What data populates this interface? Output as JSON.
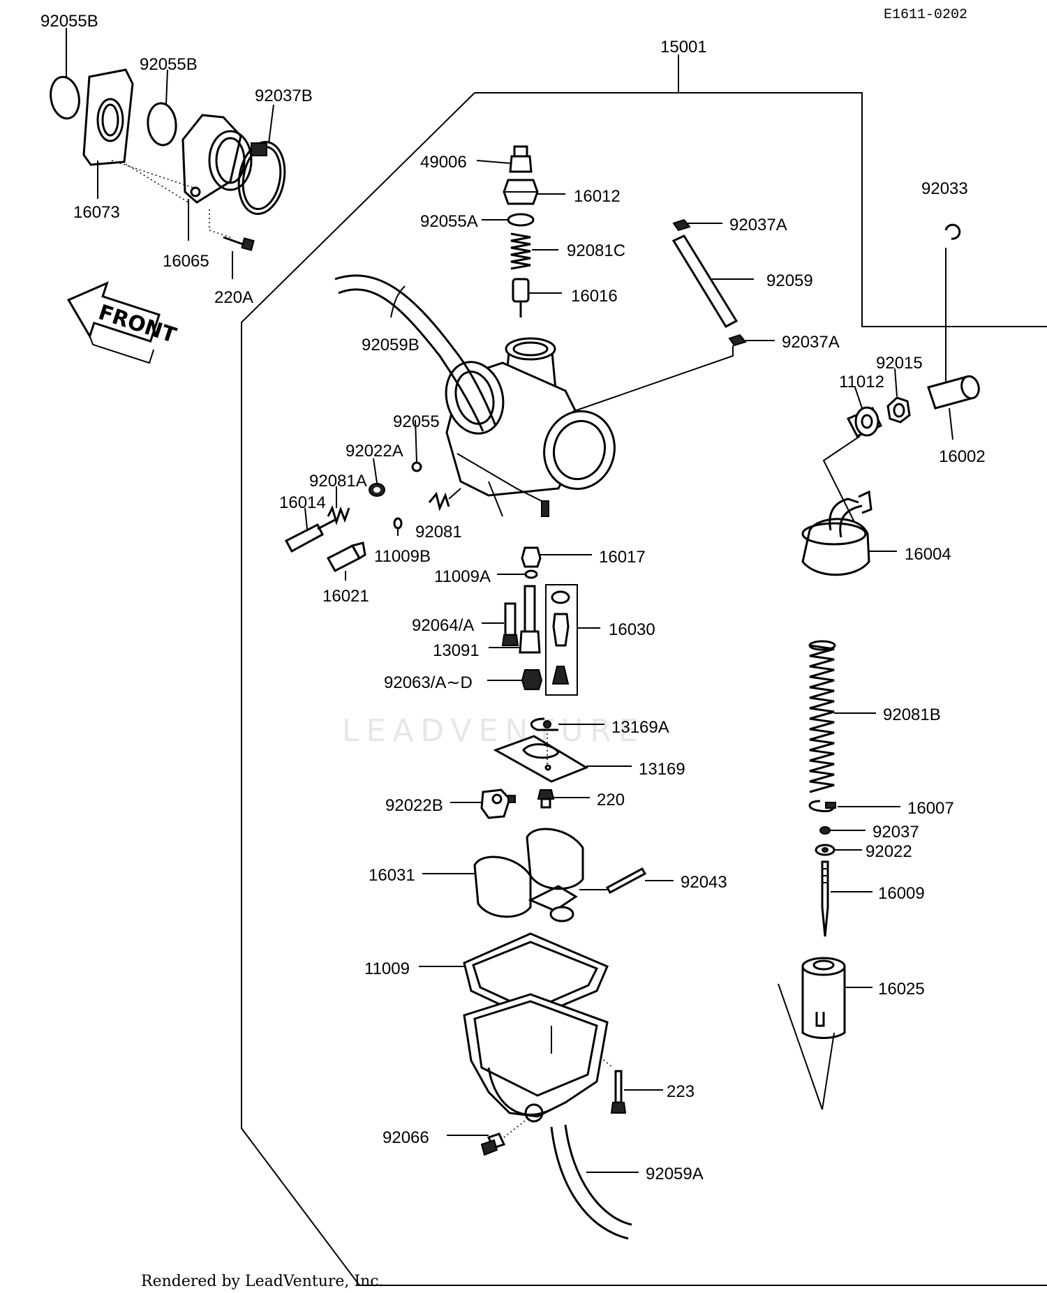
{
  "header": {
    "ref_code": "E1611-0202"
  },
  "watermark": "LEADVENTURE",
  "front_marker": "FRONT",
  "footer": "Rendered by LeadVenture, Inc.",
  "callouts": [
    {
      "id": "c-92055B-1",
      "text": "92055B"
    },
    {
      "id": "c-92055B-2",
      "text": "92055B"
    },
    {
      "id": "c-92037B",
      "text": "92037B"
    },
    {
      "id": "c-16073",
      "text": "16073"
    },
    {
      "id": "c-16065",
      "text": "16065"
    },
    {
      "id": "c-220A",
      "text": "220A"
    },
    {
      "id": "c-15001",
      "text": "15001"
    },
    {
      "id": "c-49006",
      "text": "49006"
    },
    {
      "id": "c-16012",
      "text": "16012"
    },
    {
      "id": "c-92055A",
      "text": "92055A"
    },
    {
      "id": "c-92081C",
      "text": "92081C"
    },
    {
      "id": "c-16016",
      "text": "16016"
    },
    {
      "id": "c-92037A-1",
      "text": "92037A"
    },
    {
      "id": "c-92059",
      "text": "92059"
    },
    {
      "id": "c-92037A-2",
      "text": "92037A"
    },
    {
      "id": "c-92033",
      "text": "92033"
    },
    {
      "id": "c-92059B",
      "text": "92059B"
    },
    {
      "id": "c-92015",
      "text": "92015"
    },
    {
      "id": "c-11012",
      "text": "11012"
    },
    {
      "id": "c-16002",
      "text": "16002"
    },
    {
      "id": "c-92055",
      "text": "92055"
    },
    {
      "id": "c-92022A",
      "text": "92022A"
    },
    {
      "id": "c-92081A",
      "text": "92081A"
    },
    {
      "id": "c-16014",
      "text": "16014"
    },
    {
      "id": "c-92081",
      "text": "92081"
    },
    {
      "id": "c-11009B",
      "text": "11009B"
    },
    {
      "id": "c-16021",
      "text": "16021"
    },
    {
      "id": "c-16017",
      "text": "16017"
    },
    {
      "id": "c-11009A",
      "text": "11009A"
    },
    {
      "id": "c-16004",
      "text": "16004"
    },
    {
      "id": "c-92064A",
      "text": "92064/A"
    },
    {
      "id": "c-16030",
      "text": "16030"
    },
    {
      "id": "c-13091",
      "text": "13091"
    },
    {
      "id": "c-92063AD",
      "text": "92063/A∼D"
    },
    {
      "id": "c-92081B",
      "text": "92081B"
    },
    {
      "id": "c-13169A",
      "text": "13169A"
    },
    {
      "id": "c-13169",
      "text": "13169"
    },
    {
      "id": "c-92022B",
      "text": "92022B"
    },
    {
      "id": "c-220",
      "text": "220"
    },
    {
      "id": "c-16007",
      "text": "16007"
    },
    {
      "id": "c-92037",
      "text": "92037"
    },
    {
      "id": "c-92022",
      "text": "92022"
    },
    {
      "id": "c-16031",
      "text": "16031"
    },
    {
      "id": "c-92043",
      "text": "92043"
    },
    {
      "id": "c-16009",
      "text": "16009"
    },
    {
      "id": "c-11009",
      "text": "11009"
    },
    {
      "id": "c-16025",
      "text": "16025"
    },
    {
      "id": "c-223",
      "text": "223"
    },
    {
      "id": "c-92066",
      "text": "92066"
    },
    {
      "id": "c-92059A",
      "text": "92059A"
    }
  ]
}
